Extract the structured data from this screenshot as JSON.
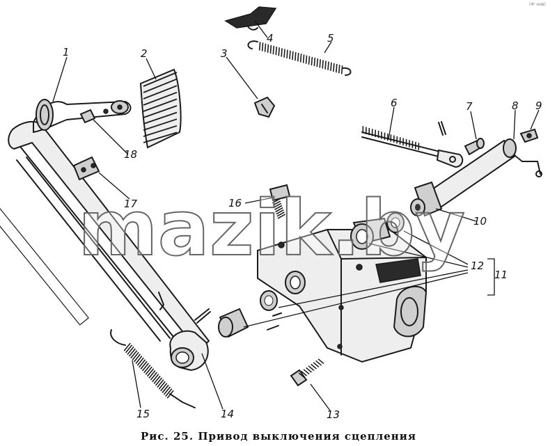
{
  "caption": "Рис. 25. Привод выключения сцепления",
  "watermark": "mazik.by",
  "corner_mark": "(4ᵃ нов)",
  "labels": [
    {
      "id": "1",
      "text": "1"
    },
    {
      "id": "2",
      "text": "2"
    },
    {
      "id": "3",
      "text": "3"
    },
    {
      "id": "4",
      "text": "4"
    },
    {
      "id": "5",
      "text": "5"
    },
    {
      "id": "6",
      "text": "6"
    },
    {
      "id": "7",
      "text": "7"
    },
    {
      "id": "8",
      "text": "8"
    },
    {
      "id": "9",
      "text": "9"
    },
    {
      "id": "10",
      "text": "10"
    },
    {
      "id": "11",
      "text": "11"
    },
    {
      "id": "12",
      "text": "12"
    },
    {
      "id": "13",
      "text": "13"
    },
    {
      "id": "14",
      "text": "14"
    },
    {
      "id": "15",
      "text": "15"
    },
    {
      "id": "16",
      "text": "16"
    },
    {
      "id": "17",
      "text": "17"
    },
    {
      "id": "18",
      "text": "18"
    }
  ]
}
